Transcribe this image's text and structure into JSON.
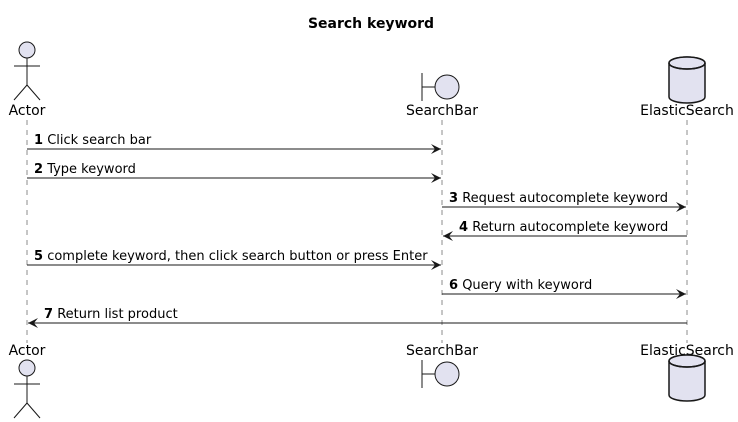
{
  "title": "Search keyword",
  "participants": [
    {
      "id": "actor",
      "label": "Actor",
      "kind": "actor"
    },
    {
      "id": "searchbar",
      "label": "SearchBar",
      "kind": "boundary"
    },
    {
      "id": "elastic",
      "label": "ElasticSearch",
      "kind": "database"
    }
  ],
  "messages": [
    {
      "num": "1",
      "text": "Click search bar",
      "from": "actor",
      "to": "searchbar"
    },
    {
      "num": "2",
      "text": "Type keyword",
      "from": "actor",
      "to": "searchbar"
    },
    {
      "num": "3",
      "text": "Request autocomplete keyword",
      "from": "searchbar",
      "to": "elastic"
    },
    {
      "num": "4",
      "text": "Return autocomplete keyword",
      "from": "elastic",
      "to": "searchbar"
    },
    {
      "num": "5",
      "text": "complete keyword, then click search button or press Enter",
      "from": "actor",
      "to": "searchbar"
    },
    {
      "num": "6",
      "text": "Query with keyword",
      "from": "searchbar",
      "to": "elastic"
    },
    {
      "num": "7",
      "text": "Return list product",
      "from": "elastic",
      "to": "actor"
    }
  ],
  "colors": {
    "fill": "#E2E2F0",
    "stroke": "#181818"
  }
}
